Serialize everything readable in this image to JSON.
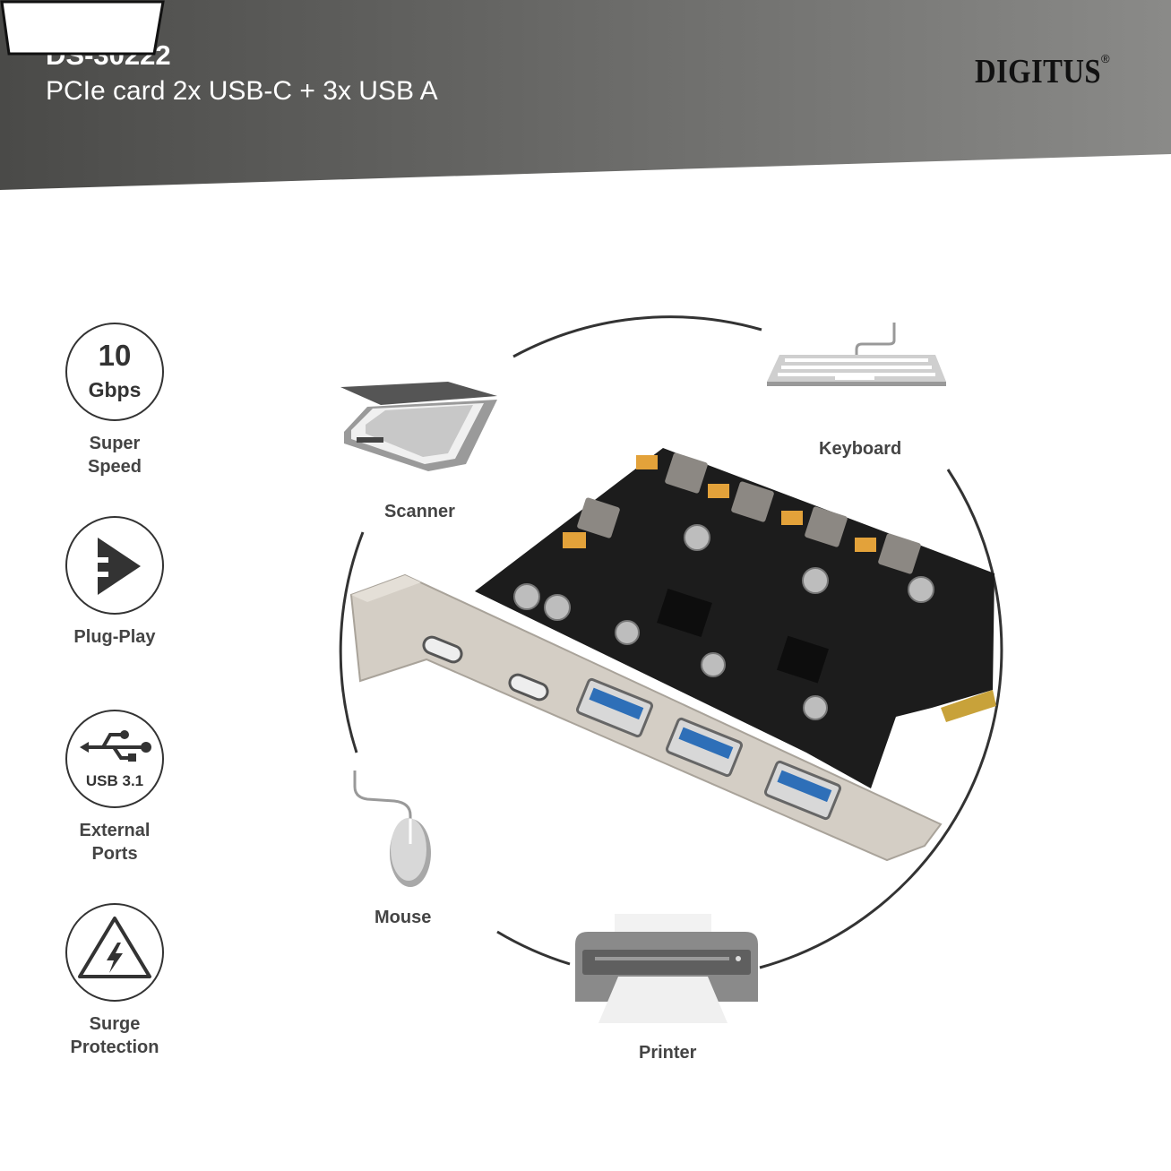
{
  "header": {
    "model": "DS-30222",
    "subtitle": "PCIe card 2x USB-C + 3x USB A",
    "brand": "DIGITUS",
    "brand_mark": "®"
  },
  "features": [
    {
      "icon": "speed-10-gbps-icon",
      "value": "10",
      "unit": "Gbps",
      "label_line1": "Super",
      "label_line2": "Speed"
    },
    {
      "icon": "plug-play-icon",
      "label_line1": "Plug-Play"
    },
    {
      "icon": "usb-icon",
      "icon_text": "USB 3.1",
      "label_line1": "External",
      "label_line2": "Ports"
    },
    {
      "icon": "surge-protection-icon",
      "label_line1": "Surge",
      "label_line2": "Protection"
    }
  ],
  "devices": {
    "scanner": "Scanner",
    "keyboard": "Keyboard",
    "mouse": "Mouse",
    "printer": "Printer"
  },
  "colors": {
    "header_dark": "#4a4a48",
    "header_light": "#8a8a88",
    "board": "#1c1c1c",
    "bracket": "#cfc9c0",
    "usb_blue": "#2e6fb8"
  }
}
